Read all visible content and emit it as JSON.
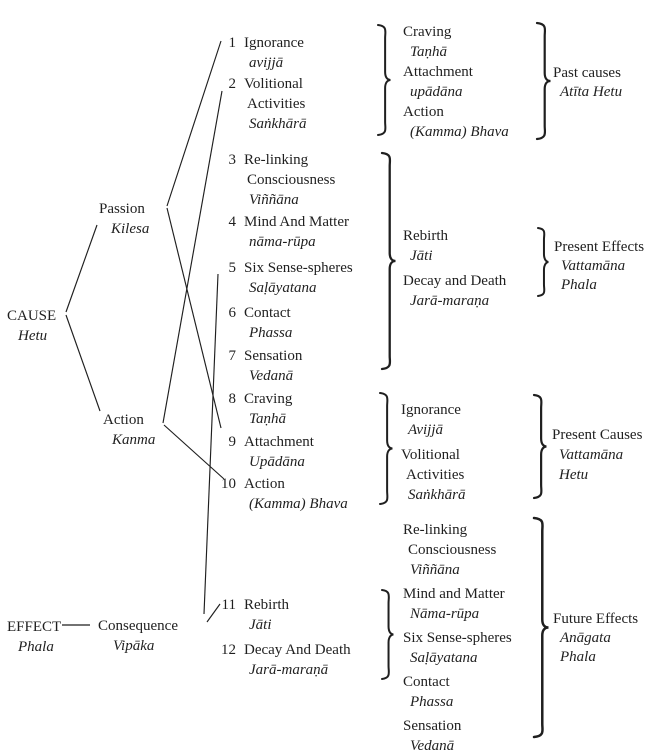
{
  "figure": {
    "title_hint": "Dependent Origination cause-effect chart",
    "colors": {
      "ink": "#1f1f1f",
      "background": "#ffffff"
    },
    "left_terms": {
      "cause": {
        "en": "CAUSE",
        "pali": "Hetu"
      },
      "passion": {
        "en": "Passion",
        "pali": "Kilesa"
      },
      "action": {
        "en": "Action",
        "pali": "Kanma"
      },
      "effect": {
        "en": "EFFECT",
        "pali": "Phala"
      },
      "consequence": {
        "en": "Consequence",
        "pali": "Vipāka"
      }
    },
    "items": [
      {
        "num": "1",
        "en": [
          "Ignorance"
        ],
        "pali": "avijjā"
      },
      {
        "num": "2",
        "en": [
          "Volitional",
          "Activities"
        ],
        "pali": "Saṅkhārā"
      },
      {
        "num": "3",
        "en": [
          "Re-linking",
          "Consciousness"
        ],
        "pali": "Viññāna"
      },
      {
        "num": "4",
        "en": [
          "Mind And Matter"
        ],
        "pali": "nāma-rūpa"
      },
      {
        "num": "5",
        "en": [
          "Six Sense-spheres"
        ],
        "pali": "Saḷāyatana"
      },
      {
        "num": "6",
        "en": [
          "Contact"
        ],
        "pali": "Phassa"
      },
      {
        "num": "7",
        "en": [
          "Sensation"
        ],
        "pali": "Vedanā"
      },
      {
        "num": "8",
        "en": [
          "Craving"
        ],
        "pali": "Taṇhā"
      },
      {
        "num": "9",
        "en": [
          "Attachment"
        ],
        "pali": "Upādāna"
      },
      {
        "num": "10",
        "en": [
          "Action"
        ],
        "pali": "(Kamma) Bhava"
      },
      {
        "num": "11",
        "en": [
          "Rebirth"
        ],
        "pali": "Jāti"
      },
      {
        "num": "12",
        "en": [
          "Decay And Death"
        ],
        "pali": "Jarā-maraṇā"
      }
    ],
    "groups": [
      {
        "entries": [
          {
            "en": [
              "Craving"
            ],
            "pali": "Taṇhā"
          },
          {
            "en": [
              "Attachment"
            ],
            "pali": "upādāna"
          },
          {
            "en": [
              "Action"
            ],
            "pali": "(Kamma) Bhava"
          }
        ],
        "label": {
          "en": "Past causes",
          "pali": [
            "Atīta Hetu"
          ]
        }
      },
      {
        "entries": [
          {
            "en": [
              "Rebirth"
            ],
            "pali": "Jāti"
          },
          {
            "en": [
              "Decay and Death"
            ],
            "pali": "Jarā-maraṇa"
          }
        ],
        "label": {
          "en": "Present Effects",
          "pali": [
            "Vattamāna",
            "Phala"
          ]
        }
      },
      {
        "entries": [
          {
            "en": [
              "Ignorance"
            ],
            "pali": "Avijjā"
          },
          {
            "en": [
              "Volitional",
              "Activities"
            ],
            "pali": "Saṅkhārā"
          }
        ],
        "label": {
          "en": "Present Causes",
          "pali": [
            "Vattamāna",
            "Hetu"
          ]
        }
      },
      {
        "entries": [
          {
            "en": [
              "Re-linking",
              "Consciousness"
            ],
            "pali": "Viññāna"
          },
          {
            "en": [
              "Mind and Matter"
            ],
            "pali": "Nāma-rūpa"
          },
          {
            "en": [
              "Six Sense-spheres"
            ],
            "pali": "Saḷāyatana"
          },
          {
            "en": [
              "Contact"
            ],
            "pali": "Phassa"
          },
          {
            "en": [
              "Sensation"
            ],
            "pali": "Vedanā"
          }
        ],
        "label": {
          "en": "Future Effects",
          "pali": [
            "Anāgata",
            "Phala"
          ]
        }
      }
    ]
  }
}
